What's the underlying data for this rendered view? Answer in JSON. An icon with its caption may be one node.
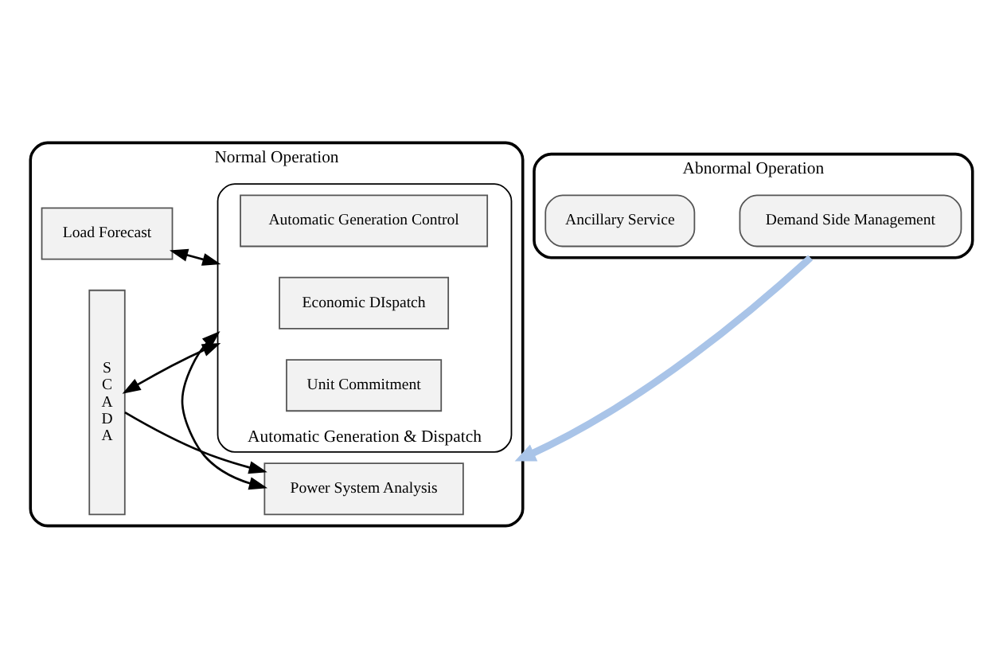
{
  "diagram": {
    "nodes": [
      {
        "text": [
          "Normal Operation"
        ]
      },
      {
        "text": [
          "Load Forecast"
        ],
        "in": 0
      },
      {
        "text": [
          "SCADA"
        ],
        "in": 0
      },
      {
        "text": [
          "Power System Analysis"
        ],
        "in": 0
      },
      {
        "text": [
          "Automatic Generation & Dispatch"
        ],
        "in": 0
      },
      {
        "text": [
          "Unit Commitment"
        ],
        "in": 4
      },
      {
        "text": [
          "Economic DIspatch"
        ],
        "in": 4
      },
      {
        "text": [
          "Automatic Generation Control"
        ],
        "in": 4
      },
      {
        "text": [
          "Abnormal Operation"
        ]
      },
      {
        "text": [
          "Ancillary Service"
        ],
        "in": 8
      },
      {
        "text": [
          "Demand Side Management"
        ],
        "in": 8
      }
    ],
    "edges": [
      {
        "from": 2,
        "to": 3,
        "arrow": "to"
      },
      {
        "from": 3,
        "to": 4,
        "arrow": "both"
      },
      {
        "from": 1,
        "to": 4,
        "arrow": "both"
      },
      {
        "from": 2,
        "to": 4,
        "arrow": "both"
      },
      {
        "from": 8,
        "to": 0,
        "arrow": "to",
        "style": "thick",
        "color": "#a9c4e8"
      }
    ]
  }
}
